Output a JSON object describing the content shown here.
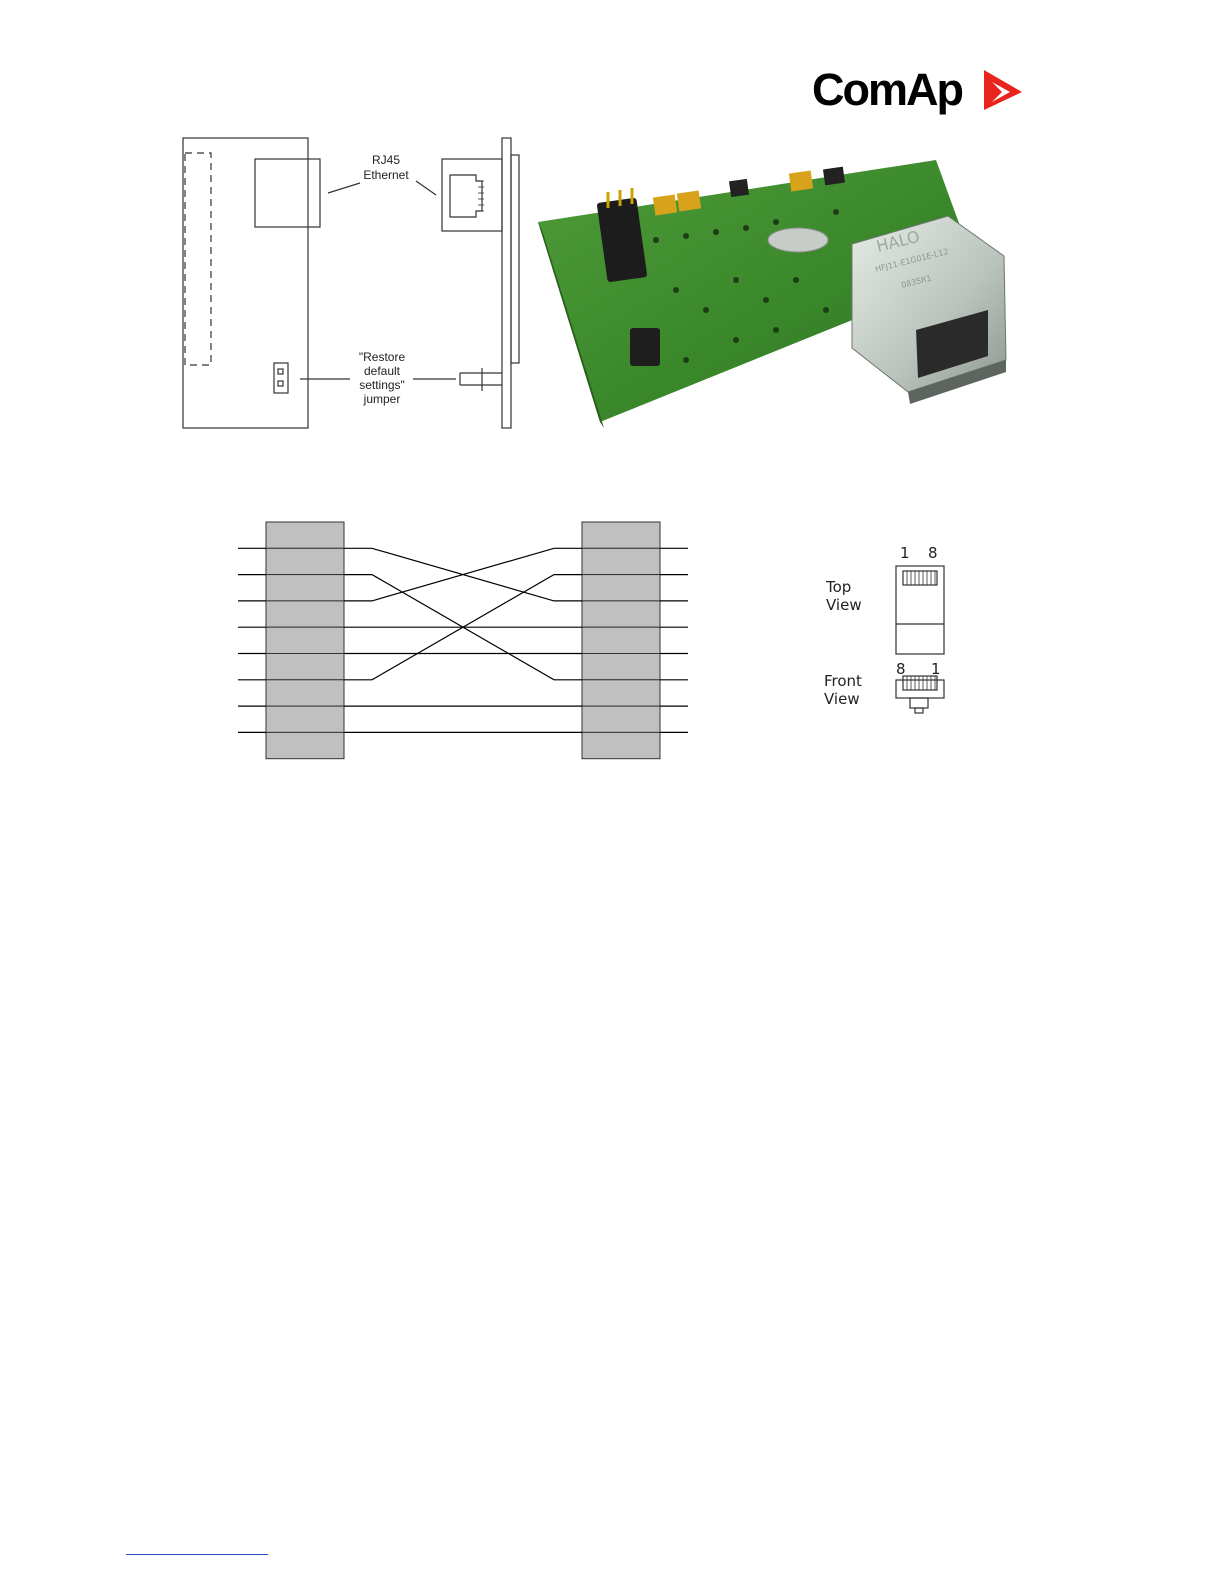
{
  "brand": {
    "logo_text": "ComAp",
    "accent_color": "#e8241d"
  },
  "module_drawing": {
    "rj45_label_line1": "RJ45",
    "rj45_label_line2": "Ethernet",
    "jumper_label_line1": "\"Restore",
    "jumper_label_line2": "default",
    "jumper_label_line3": "settings\"",
    "jumper_label_line4": "jumper"
  },
  "pcb_photo": {
    "connector_marking_line1": "HALO",
    "connector_marking_line2": "HFJ11-E1G01E-L12",
    "connector_marking_line3": "0835R1"
  },
  "rj45_views": {
    "top_label_line1": "Top",
    "top_label_line2": "View",
    "top_pin_left": "1",
    "top_pin_right": "8",
    "front_label_line1": "Front",
    "front_label_line2": "View",
    "front_pin_left": "8",
    "front_pin_right": "1"
  },
  "crossover": {
    "pin_count": 8,
    "connector_fill": "#c0c0c0"
  }
}
